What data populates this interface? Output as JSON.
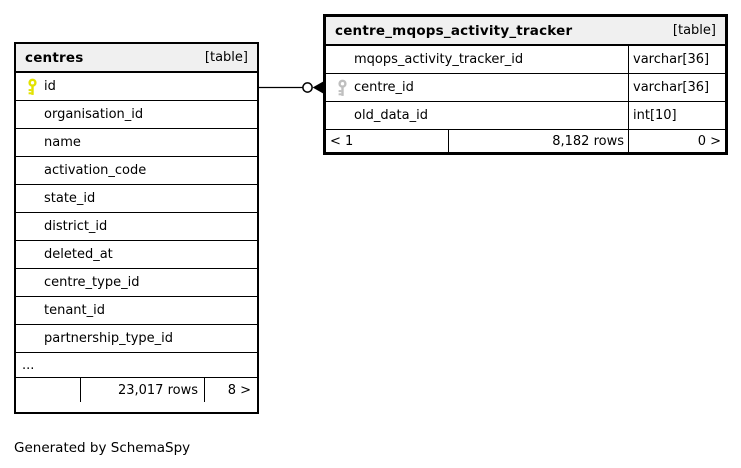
{
  "diagram": {
    "generated_by": "Generated by SchemaSpy",
    "relationship": {
      "from_table": "centres",
      "from_column": "id",
      "to_table": "centre_mqops_activity_tracker",
      "to_column": "centre_id",
      "cardinality_marker": "zero-or-one-circle-with-arrow"
    },
    "colors": {
      "primary_key": "#e2e200",
      "foreign_key": "#bfbfbf",
      "header_bg": "#f0f0f0",
      "border": "#000000",
      "background": "#ffffff"
    }
  },
  "tables": {
    "centres": {
      "name": "centres",
      "tag": "[table]",
      "columns": [
        {
          "name": "id"
        },
        {
          "name": "organisation_id"
        },
        {
          "name": "name"
        },
        {
          "name": "activation_code"
        },
        {
          "name": "state_id"
        },
        {
          "name": "district_id"
        },
        {
          "name": "deleted_at"
        },
        {
          "name": "centre_type_id"
        },
        {
          "name": "tenant_id"
        },
        {
          "name": "partnership_type_id"
        }
      ],
      "ellipsis": "...",
      "footer": {
        "pager_left": "",
        "rows": "23,017 rows",
        "pager_right": "8 >"
      }
    },
    "tracker": {
      "name": "centre_mqops_activity_tracker",
      "tag": "[table]",
      "columns": [
        {
          "name": "mqops_activity_tracker_id",
          "type": "varchar[36]"
        },
        {
          "name": "centre_id",
          "type": "varchar[36]"
        },
        {
          "name": "old_data_id",
          "type": "int[10]"
        }
      ],
      "footer": {
        "pager_left": "< 1",
        "rows": "8,182 rows",
        "pager_right": "0 >"
      }
    }
  }
}
